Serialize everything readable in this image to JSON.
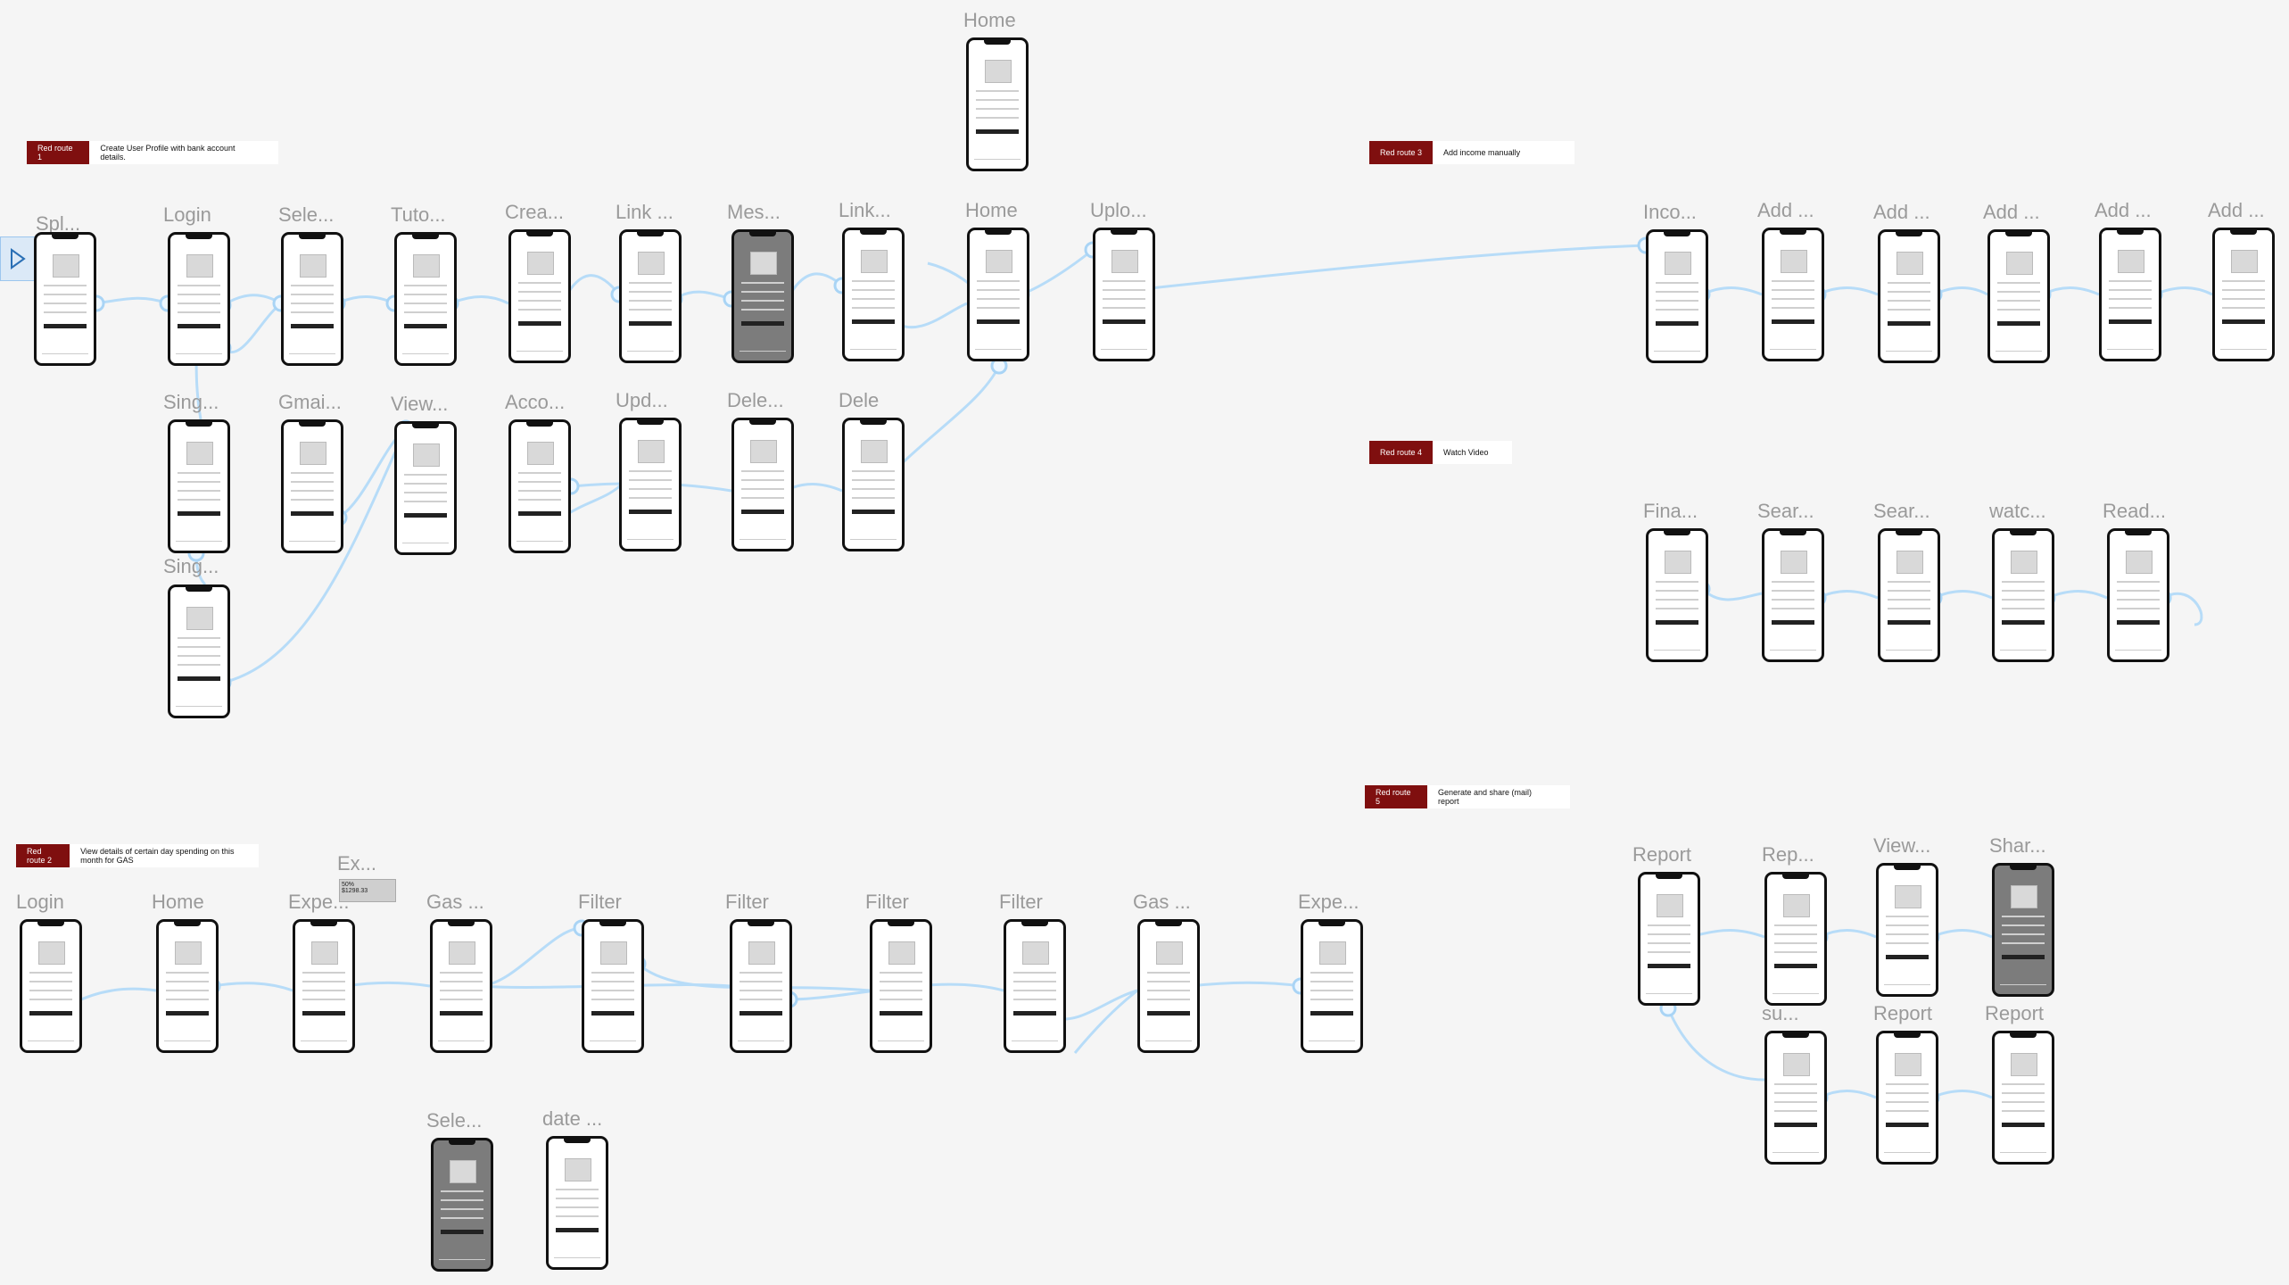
{
  "play_button": {
    "icon": "play-icon",
    "color": "#9cc6ee"
  },
  "colors": {
    "canvas": "#f5f5f5",
    "route_tag": "#7f0f0f",
    "connector": "#b7dcf8",
    "phone_border": "#111111"
  },
  "routes": [
    {
      "id": "Red route 1",
      "description": "Create User Profile with bank account details."
    },
    {
      "id": "Red route 2",
      "description": "View details of certain day spending on this month for GAS"
    },
    {
      "id": "Red route 3",
      "description": "Add income manually"
    },
    {
      "id": "Red route 4",
      "description": "Watch Video"
    },
    {
      "id": "Red route 5",
      "description": "Generate and share (mail) report"
    }
  ],
  "screens": [
    {
      "label": "Home"
    },
    {
      "label": "Spl..."
    },
    {
      "label": "Login"
    },
    {
      "label": "Sele..."
    },
    {
      "label": "Tuto..."
    },
    {
      "label": "Crea..."
    },
    {
      "label": "Link ..."
    },
    {
      "label": "Mes..."
    },
    {
      "label": "Link..."
    },
    {
      "label": "Home"
    },
    {
      "label": "Uplo..."
    },
    {
      "label": "Sing..."
    },
    {
      "label": "Gmai..."
    },
    {
      "label": "View..."
    },
    {
      "label": "Acco..."
    },
    {
      "label": "Upd..."
    },
    {
      "label": "Dele..."
    },
    {
      "label": "Dele"
    },
    {
      "label": "Sing..."
    },
    {
      "label": "Inco..."
    },
    {
      "label": "Add ..."
    },
    {
      "label": "Add ..."
    },
    {
      "label": "Add ..."
    },
    {
      "label": "Add ..."
    },
    {
      "label": "Add ..."
    },
    {
      "label": "Fina..."
    },
    {
      "label": "Sear..."
    },
    {
      "label": "Sear..."
    },
    {
      "label": "watc..."
    },
    {
      "label": "Read..."
    },
    {
      "label": "Login"
    },
    {
      "label": "Home"
    },
    {
      "label": "Expe..."
    },
    {
      "label": "Ex..."
    },
    {
      "label": "Gas ..."
    },
    {
      "label": "Filter"
    },
    {
      "label": "Filter"
    },
    {
      "label": "Filter"
    },
    {
      "label": "Filter"
    },
    {
      "label": "Gas ..."
    },
    {
      "label": "Expe..."
    },
    {
      "label": "Sele..."
    },
    {
      "label": "date ..."
    },
    {
      "label": "Report"
    },
    {
      "label": "Rep..."
    },
    {
      "label": "View..."
    },
    {
      "label": "Shar..."
    },
    {
      "label": "su..."
    },
    {
      "label": "Report"
    },
    {
      "label": "Report"
    }
  ],
  "mini_card": {
    "value": "$1298.33",
    "percent": "50%"
  }
}
